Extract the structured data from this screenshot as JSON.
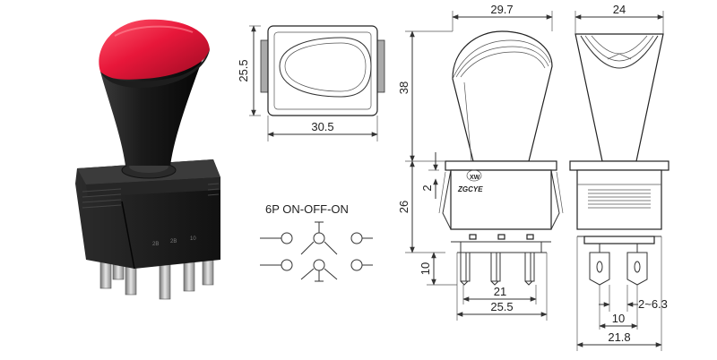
{
  "figure": {
    "circuit_label": "6P  ON-OFF-ON",
    "logo_text": "ZGCYE",
    "logo_mark": "XW",
    "front_view": {
      "terminal_marks": [
        "2B",
        "2B",
        "10"
      ]
    },
    "top_view": {
      "width": "30.5",
      "height": "25.5"
    },
    "side_view_a": {
      "top_width": "29.7",
      "knob_height": "38",
      "small_offset": "2",
      "body_height": "26",
      "terminal_height": "10",
      "terminal_span": "21",
      "base_width": "25.5"
    },
    "side_view_b": {
      "top_width": "24",
      "pin_pitch": "2~6.3",
      "pin_spacing": "10",
      "base_width": "21.8"
    }
  },
  "colors": {
    "knob_red": "#e8173a",
    "body_black": "#1c1c1c",
    "line": "#333333"
  }
}
